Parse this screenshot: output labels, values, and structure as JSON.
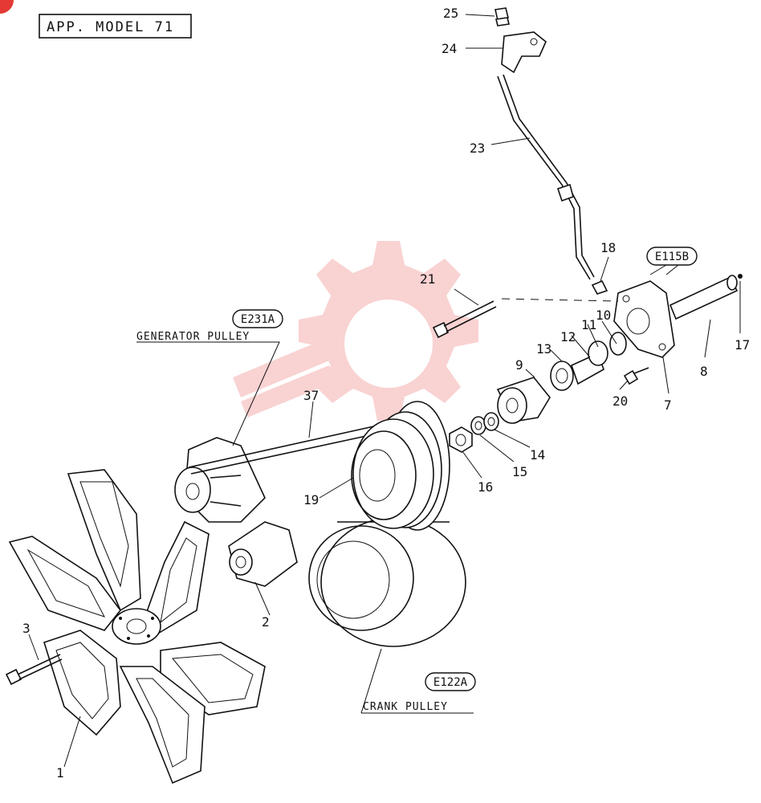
{
  "title": "APP. MODEL 71",
  "references": {
    "generator": "E231A",
    "crank": "E122A",
    "bracket": "E115B"
  },
  "captions": {
    "generator_pulley": "GENERATOR PULLEY",
    "crank_pulley": "CRANK PULLEY"
  },
  "parts": [
    "1",
    "2",
    "3",
    "7",
    "8",
    "9",
    "10",
    "11",
    "12",
    "13",
    "14",
    "15",
    "16",
    "17",
    "18",
    "19",
    "20",
    "21",
    "23",
    "24",
    "25",
    "37"
  ],
  "watermark": {
    "color": "#e53935"
  }
}
